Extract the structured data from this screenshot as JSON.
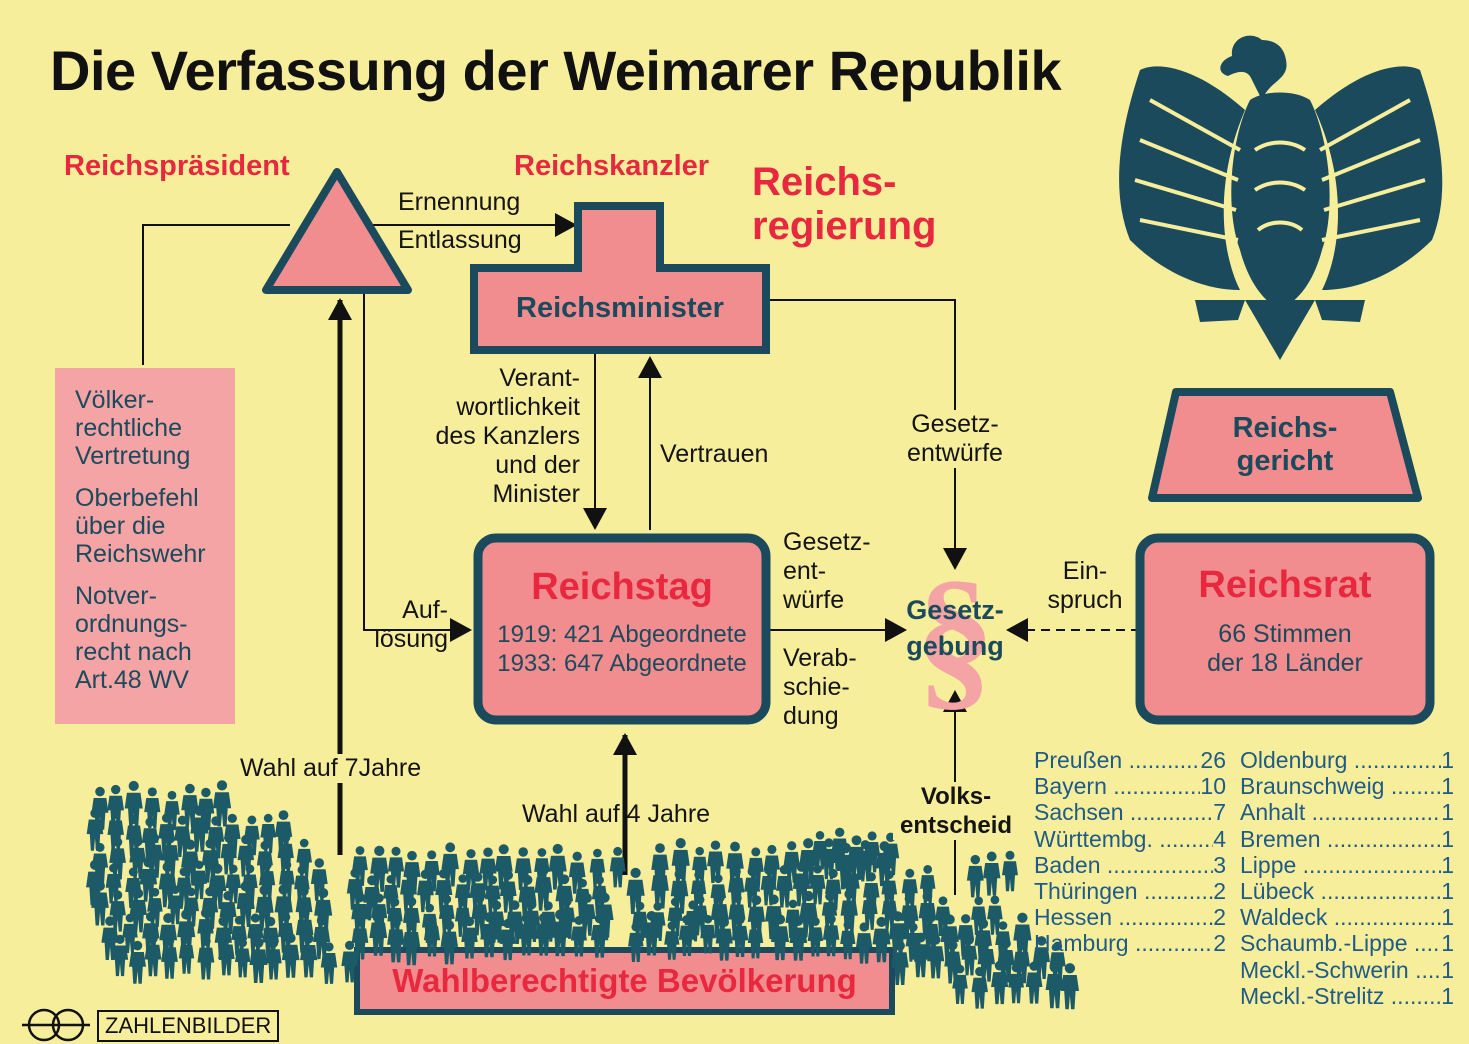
{
  "title": "Die Verfassung der Weimarer Republik",
  "nodes": {
    "reichspraesident": "Reichspräsident",
    "reichskanzler": "Reichskanzler",
    "reichsregierung": [
      "Reichs-",
      "regierung"
    ],
    "reichsminister": "Reichsminister",
    "reichsgericht": [
      "Reichs-",
      "gericht"
    ],
    "reichstag": {
      "title": "Reichstag",
      "line1": "1919: 421 Abgeordnete",
      "line2": "1933: 647 Abgeordnete"
    },
    "reichsrat": {
      "title": "Reichsrat",
      "line1": "66 Stimmen",
      "line2": "der 18 Länder"
    },
    "gesetzgebung": [
      "Gesetz-",
      "gebung"
    ],
    "bevoelkerung": "Wahlberechtigte Bevölkerung"
  },
  "powers": [
    [
      "Völker-",
      "rechtliche",
      "Vertretung"
    ],
    [
      "Oberbefehl",
      "über die",
      "Reichswehr"
    ],
    [
      "Notver-",
      "ordnungs-",
      "recht nach",
      "Art.48 WV"
    ]
  ],
  "labels": {
    "ernennung": "Ernennung",
    "entlassung": "Entlassung",
    "verantwortlichkeit": [
      "Verant-",
      "wortlichkeit",
      "des Kanzlers",
      "und der",
      "Minister"
    ],
    "vertrauen": "Vertrauen",
    "gesetzentwuerfe_top": [
      "Gesetz-",
      "entwürfe"
    ],
    "gesetzentwuerfe_mid": [
      "Gesetz-",
      "ent-",
      "würfe"
    ],
    "verabschiedung": [
      "Verab-",
      "schie-",
      "dung"
    ],
    "einspruch": [
      "Ein-",
      "spruch"
    ],
    "aufloesung": [
      "Auf-",
      "lösung"
    ],
    "wahl7": "Wahl auf 7Jahre",
    "wahl4": "Wahl auf 4 Jahre",
    "volksentscheid": [
      "Volks-",
      "entscheid"
    ]
  },
  "laender_left": [
    {
      "name": "Preußen",
      "votes": "26"
    },
    {
      "name": "Bayern",
      "votes": "10"
    },
    {
      "name": "Sachsen",
      "votes": "7"
    },
    {
      "name": "Württembg.",
      "votes": "4"
    },
    {
      "name": "Baden",
      "votes": "3"
    },
    {
      "name": "Thüringen",
      "votes": "2"
    },
    {
      "name": "Hessen",
      "votes": "2"
    },
    {
      "name": "Hamburg",
      "votes": "2"
    }
  ],
  "laender_right": [
    {
      "name": "Oldenburg",
      "votes": "1"
    },
    {
      "name": "Braunschweig",
      "votes": "1"
    },
    {
      "name": "Anhalt",
      "votes": "1"
    },
    {
      "name": "Bremen",
      "votes": "1"
    },
    {
      "name": "Lippe",
      "votes": "1"
    },
    {
      "name": "Lübeck",
      "votes": "1"
    },
    {
      "name": "Waldeck",
      "votes": "1"
    },
    {
      "name": "Schaumb.-Lippe",
      "votes": "1"
    },
    {
      "name": "Meckl.-Schwerin",
      "votes": "1"
    },
    {
      "name": "Meckl.-Strelitz",
      "votes": "1"
    }
  ],
  "source": "ZAHLENBILDER",
  "colors": {
    "background": "#f7ee9c",
    "pink": "#f28d8f",
    "navy": "#1b4a5c",
    "red_text": "#e8283e",
    "teal_people": "#1d5a68"
  },
  "icons": [
    "eagle-emblem-icon",
    "paragraph-icon",
    "zahlenbilder-logo-icon",
    "people-crowd-icon"
  ]
}
